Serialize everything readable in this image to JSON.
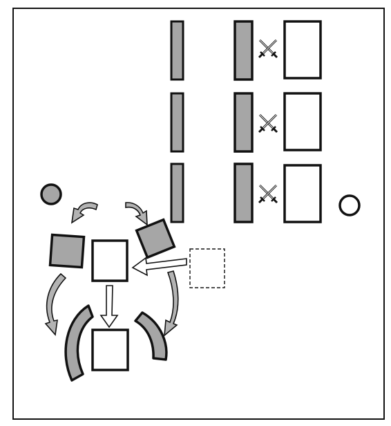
{
  "diagram": {
    "colors": {
      "stroke": "#111111",
      "gray_fill": "#a6a6a6",
      "arrow_fill": "#b3b3b3",
      "white": "#ffffff",
      "background": "#ffffff"
    },
    "labels": [],
    "battle_rows": [
      {
        "icon": "crossed-swords-icon"
      },
      {
        "icon": "crossed-swords-icon"
      },
      {
        "icon": "crossed-swords-icon"
      }
    ],
    "formation": {
      "units": [
        "gray-square",
        "white-square",
        "gray-tilted-square",
        "white-square-bottom"
      ],
      "ghost_unit": "dashed-square",
      "wings": [
        "left-curved-wing",
        "right-curved-wing"
      ]
    }
  }
}
